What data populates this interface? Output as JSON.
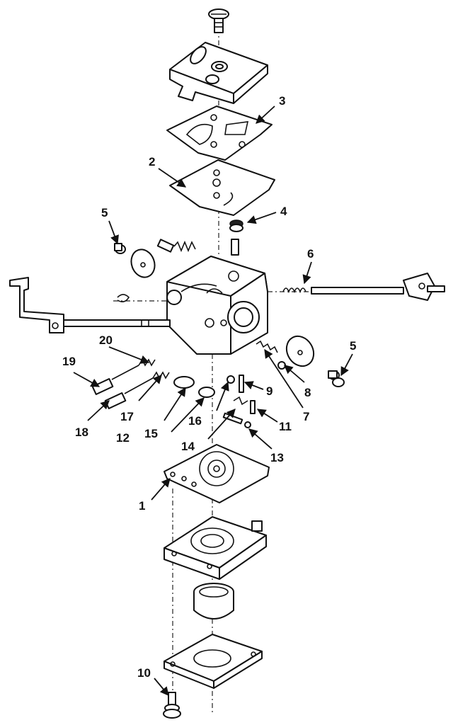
{
  "callouts": [
    {
      "id": "1",
      "label": "1"
    },
    {
      "id": "2",
      "label": "2"
    },
    {
      "id": "3",
      "label": "3"
    },
    {
      "id": "4",
      "label": "4"
    },
    {
      "id": "5a",
      "label": "5"
    },
    {
      "id": "5b",
      "label": "5"
    },
    {
      "id": "6",
      "label": "6"
    },
    {
      "id": "7",
      "label": "7"
    },
    {
      "id": "8",
      "label": "8"
    },
    {
      "id": "9",
      "label": "9"
    },
    {
      "id": "10",
      "label": "10"
    },
    {
      "id": "11",
      "label": "11"
    },
    {
      "id": "12",
      "label": "12"
    },
    {
      "id": "13",
      "label": "13"
    },
    {
      "id": "14",
      "label": "14"
    },
    {
      "id": "15",
      "label": "15"
    },
    {
      "id": "16",
      "label": "16"
    },
    {
      "id": "17",
      "label": "17"
    },
    {
      "id": "18",
      "label": "18"
    },
    {
      "id": "19",
      "label": "19"
    },
    {
      "id": "20",
      "label": "20"
    }
  ]
}
